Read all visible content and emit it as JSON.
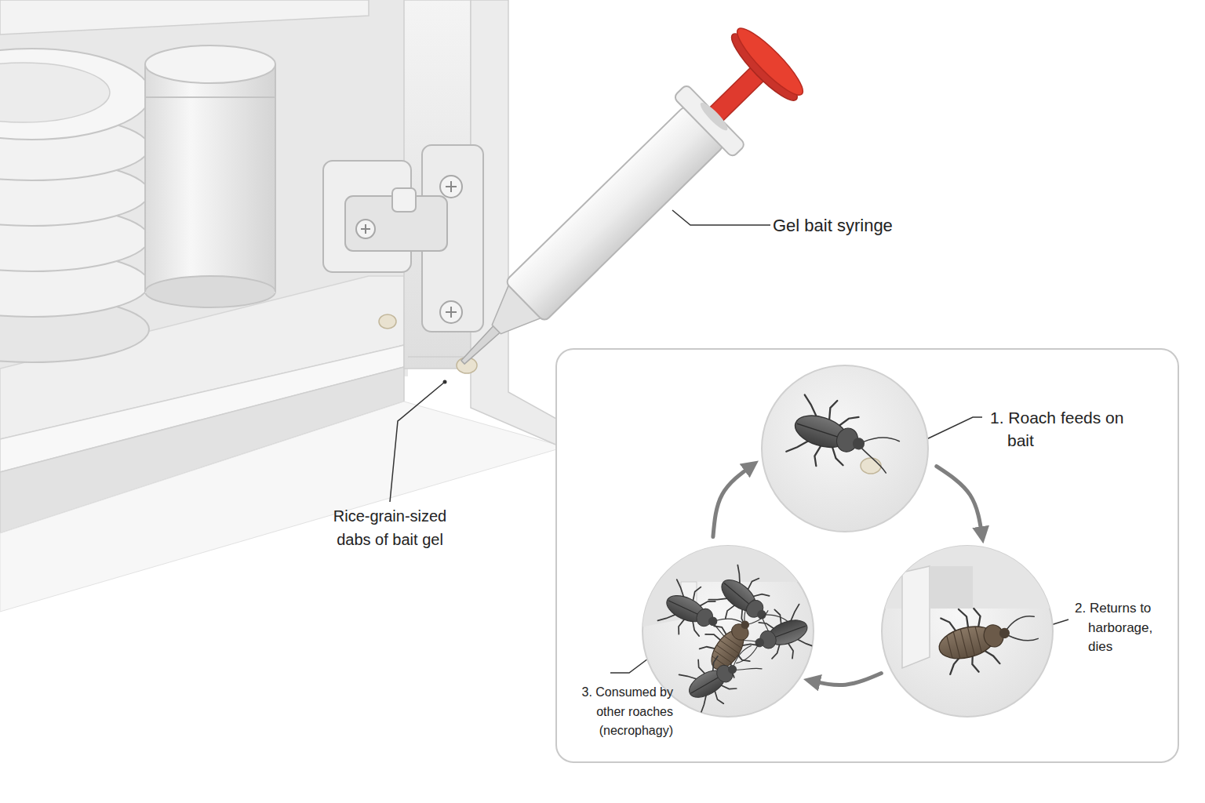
{
  "diagram": {
    "nodes": [
      {
        "text": [
          "1. Roach feeds on bait"
        ]
      },
      {
        "text": [
          "2. Returns to harborage, dies"
        ]
      },
      {
        "text": [
          "3. Consumed by other roaches (necrophagy)"
        ]
      }
    ],
    "edges": [
      {
        "from": 0,
        "to": 1,
        "arrow": "to"
      },
      {
        "from": 1,
        "to": 2,
        "arrow": "to"
      },
      {
        "from": 2,
        "to": 0,
        "arrow": "to"
      }
    ],
    "labels": [
      "Gel bait syringe",
      "Rice-grain-sized dabs of bait gel"
    ]
  }
}
